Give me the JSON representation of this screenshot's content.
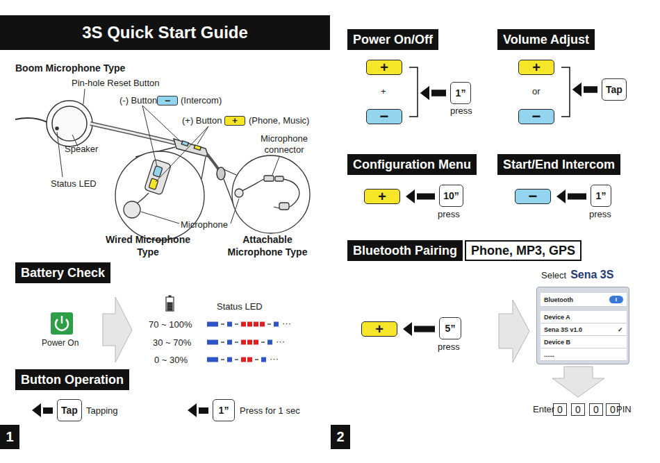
{
  "diagram": {
    "title": "3S Quick Start Guide",
    "nodes": [
      {
        "text": [
          "−"
        ]
      },
      {
        "text": [
          "+"
        ]
      },
      {
        "text": [
          "Battery Check"
        ]
      },
      {
        "text": [
          "Button Operation"
        ]
      },
      {
        "text": [
          "Tap"
        ]
      },
      {
        "text": [
          "1”"
        ]
      },
      {
        "text": [
          "1"
        ]
      },
      {
        "text": [
          "Power On/Off"
        ]
      },
      {
        "text": [
          "Volume Adjust"
        ]
      },
      {
        "text": [
          "+"
        ]
      },
      {
        "text": [
          "−"
        ]
      },
      {
        "text": [
          "1”"
        ]
      },
      {
        "text": [
          "+"
        ]
      },
      {
        "text": [
          "−"
        ]
      },
      {
        "text": [
          "Tap"
        ]
      },
      {
        "text": [
          "Configuration Menu"
        ]
      },
      {
        "text": [
          "Start/End Intercom"
        ]
      },
      {
        "text": [
          "+"
        ]
      },
      {
        "text": [
          "10”"
        ]
      },
      {
        "text": [
          "−"
        ]
      },
      {
        "text": [
          "1”"
        ]
      },
      {
        "text": [
          "Bluetooth Pairing"
        ]
      },
      {
        "text": [
          "Phone, MP3, GPS"
        ]
      },
      {
        "text": [
          "+"
        ]
      },
      {
        "text": [
          "5”"
        ]
      },
      {
        "text": [
          "Select",
          "Sena 3S"
        ]
      },
      {
        "text": [
          "Bluetooth",
          "I"
        ],
        "in": 25
      },
      {
        "text": [
          "Device A"
        ],
        "in": 25
      },
      {
        "text": [
          "Sena 3S v1.0",
          "✓"
        ],
        "in": 25
      },
      {
        "text": [
          "Device B"
        ],
        "in": 25
      },
      {
        "text": [
          "......"
        ],
        "in": 25
      },
      {
        "text": [
          "0"
        ]
      },
      {
        "text": [
          "0"
        ]
      },
      {
        "text": [
          "0"
        ]
      },
      {
        "text": [
          "0"
        ]
      },
      {
        "text": [
          "2"
        ]
      }
    ],
    "edges": [
      {
        "from": 11,
        "to": 9,
        "arrow": "to"
      },
      {
        "from": 11,
        "to": 10,
        "arrow": "to"
      },
      {
        "from": 14,
        "to": 12,
        "arrow": "to"
      },
      {
        "from": 14,
        "to": 13,
        "arrow": "to"
      },
      {
        "from": 18,
        "to": 17,
        "arrow": "to"
      },
      {
        "from": 20,
        "to": 19,
        "arrow": "to"
      },
      {
        "from": 24,
        "to": 23,
        "arrow": "to"
      }
    ],
    "labels": [
      "Boom Microphone Type",
      "Pin-hole Reset Button",
      "(-) Button",
      "(Intercom)",
      "(+) Button",
      "(Phone, Music)",
      "Speaker",
      "Microphone connector",
      "Status LED",
      "Microphone",
      "Wired Microphone Type",
      "Attachable Microphone Type",
      "Power On",
      "Status LED",
      "70 ~ 100%",
      "···",
      "30 ~ 70%",
      "···",
      "0 ~ 30%",
      "···",
      "Tapping",
      "Press for 1 sec",
      "+",
      "press",
      "or",
      "press",
      "press",
      "press",
      "Enter",
      "PIN"
    ]
  }
}
